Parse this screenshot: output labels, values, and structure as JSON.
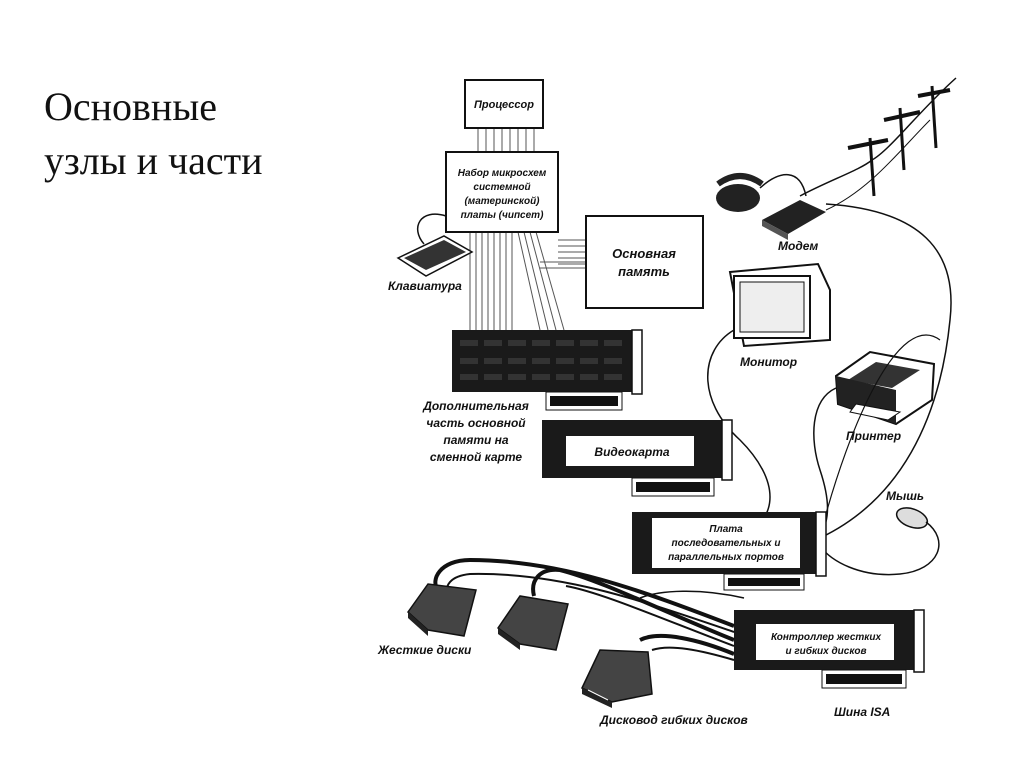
{
  "slide": {
    "title_line1": "Основные",
    "title_line2": "узлы и части"
  },
  "diagram": {
    "processor": "Процессор",
    "chipset": [
      "Набор микросхем",
      "системной",
      "(материнской)",
      "платы (чипсет)"
    ],
    "main_memory": [
      "Основная",
      "память"
    ],
    "keyboard": "Клавиатура",
    "modem": "Модем",
    "monitor": "Монитор",
    "printer": "Принтер",
    "mouse": "Мышь",
    "memory_card": [
      "Дополнительная",
      "часть основной",
      "памяти на",
      "сменной карте"
    ],
    "video_card": "Видеокарта",
    "ports_card": [
      "Плата",
      "последовательных и",
      "параллельных портов"
    ],
    "disk_controller": [
      "Контроллер жестких",
      "и гибких дисков"
    ],
    "hard_disks": "Жесткие диски",
    "floppy": "Дисковод гибких дисков",
    "isa_bus": "Шина ISA"
  },
  "colors": {
    "ink": "#111111",
    "background": "#ffffff",
    "card": "#1a1a1a"
  }
}
